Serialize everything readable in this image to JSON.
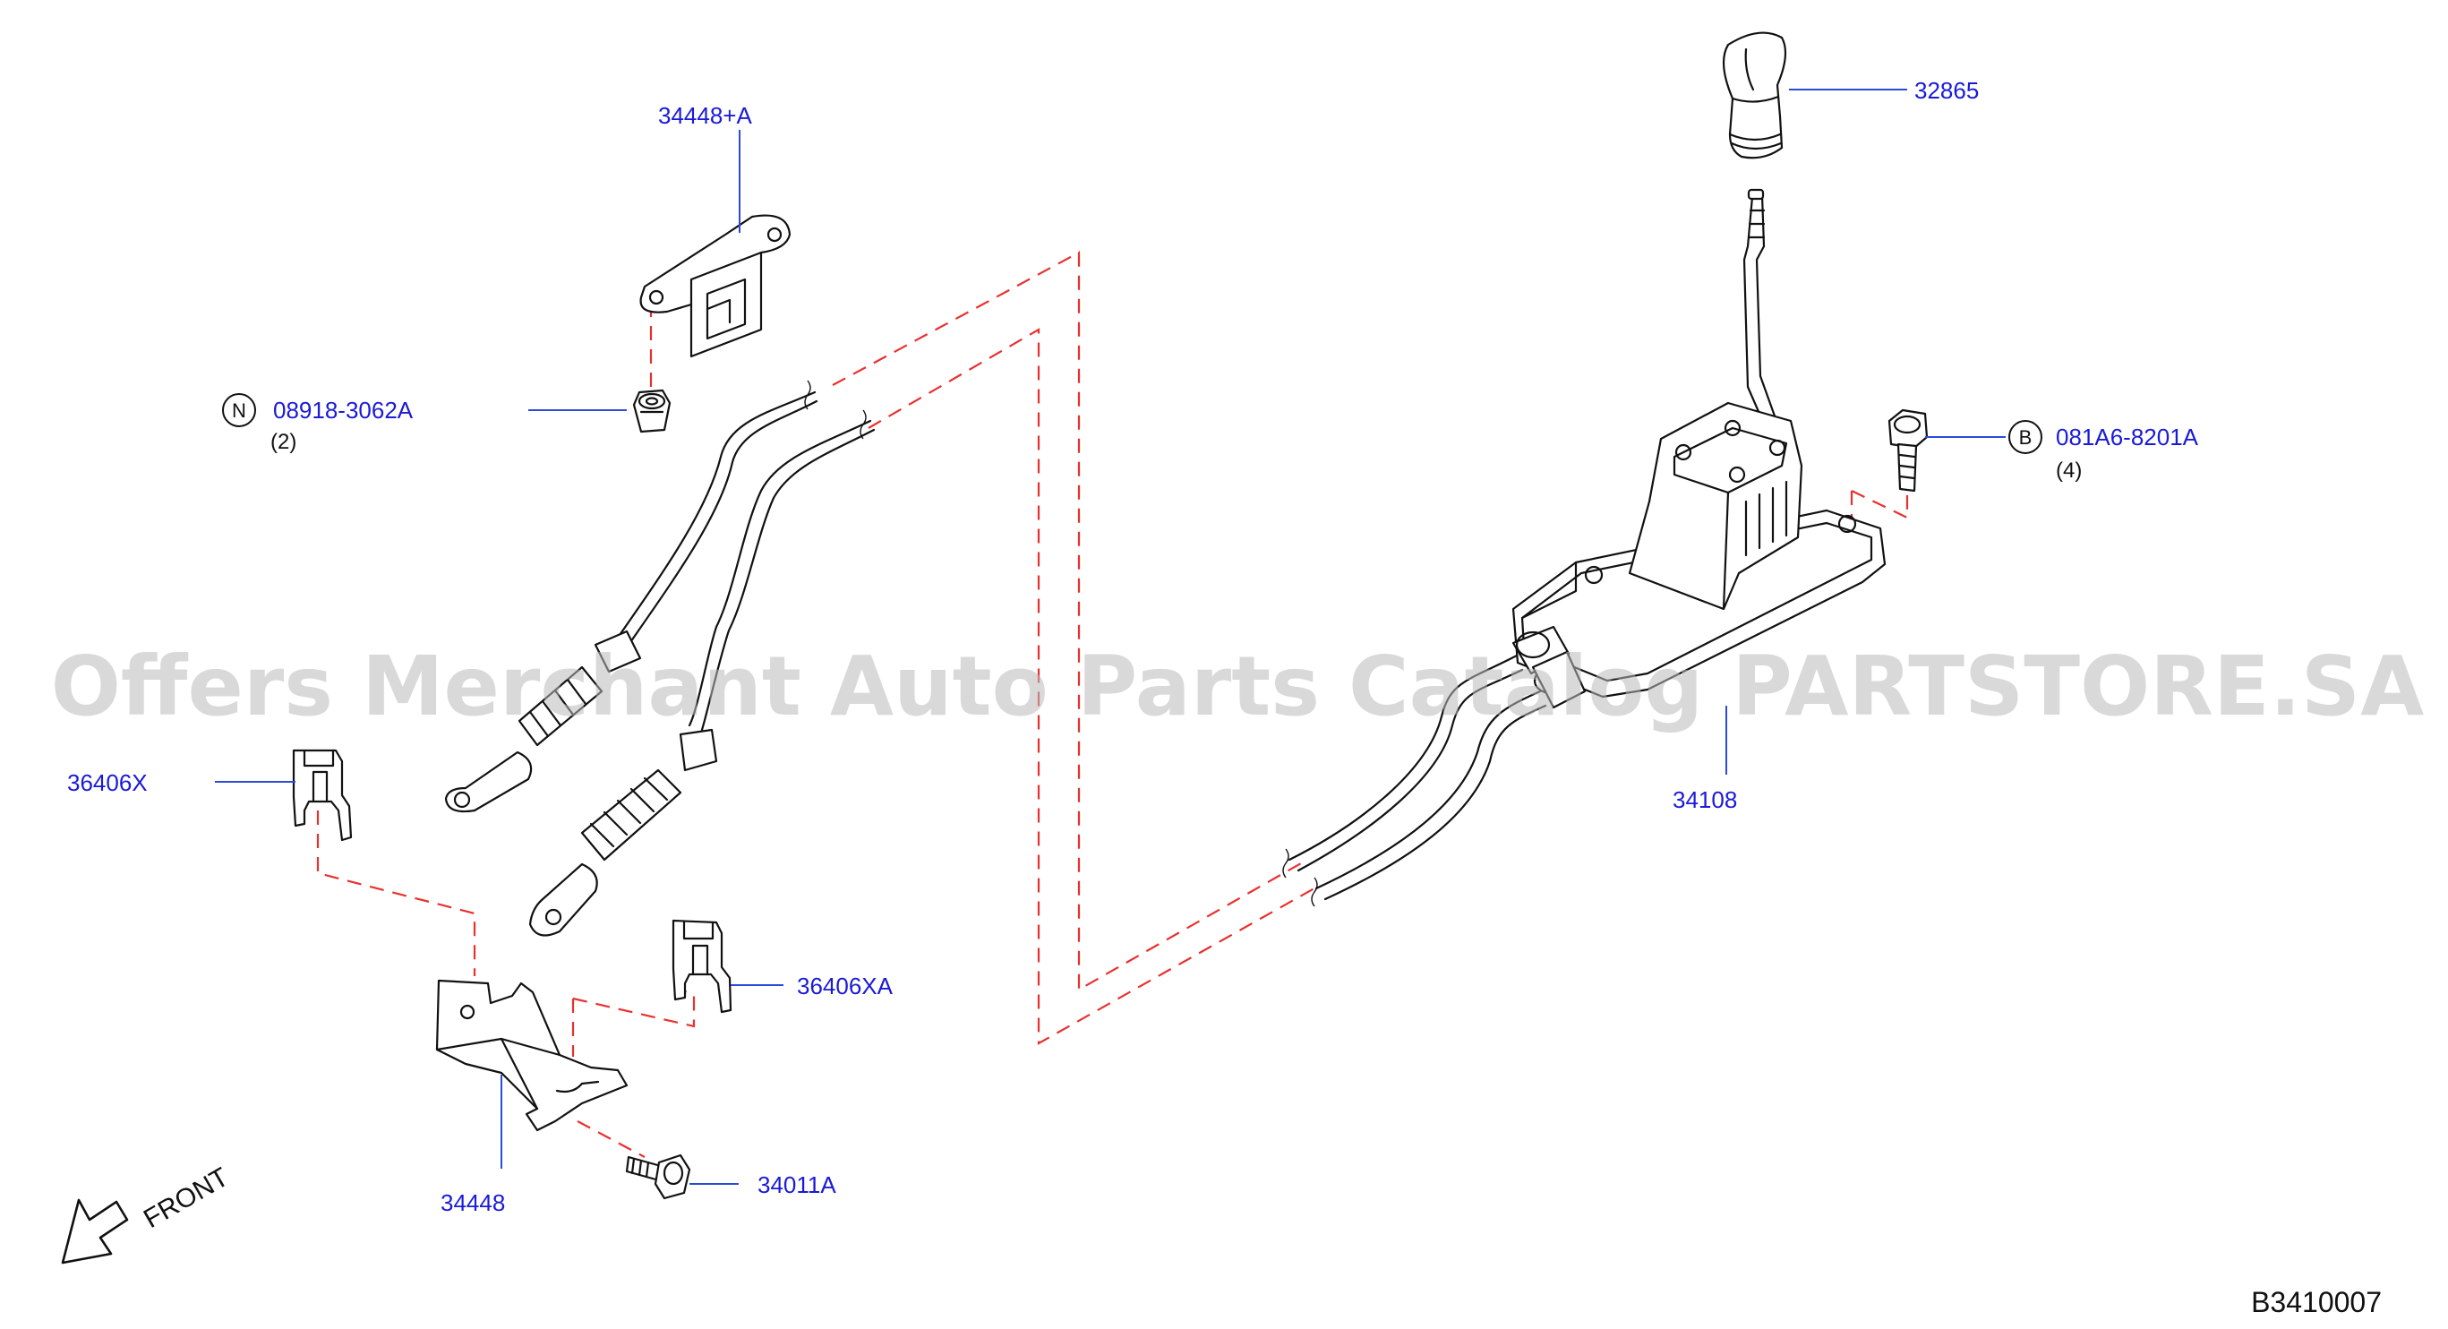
{
  "diagram": {
    "code": "B3410007",
    "watermark": "Offers Merchant Auto Parts Catalog PARTSTORE.SA",
    "front_label": "FRONT",
    "parts": {
      "shift_knob": {
        "number": "32865"
      },
      "shifter_assembly": {
        "number": "34108"
      },
      "bracket_upper": {
        "number": "34448+A"
      },
      "nut": {
        "number": "08918-3062A",
        "badge": "N",
        "qty": "(2)"
      },
      "bolt_flange": {
        "number": "081A6-8201A",
        "badge": "B",
        "qty": "(4)"
      },
      "clip_left": {
        "number": "36406X"
      },
      "clip_right": {
        "number": "36406XA"
      },
      "bracket_lower": {
        "number": "34448"
      },
      "bolt_lower": {
        "number": "34011A"
      }
    }
  }
}
